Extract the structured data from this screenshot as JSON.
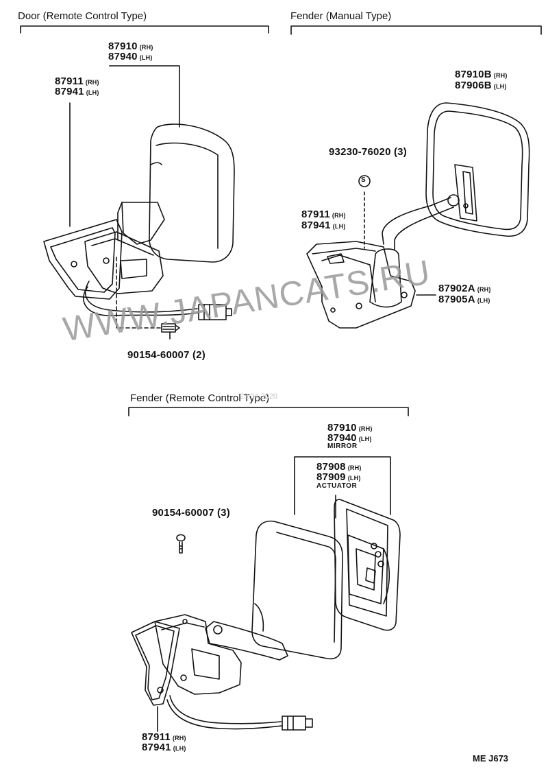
{
  "sections": {
    "door_remote": "Door (Remote Control Type)",
    "fender_manual": "Fender (Manual Type)",
    "fender_remote": "Fender (Remote Control Type)"
  },
  "parts": {
    "p87910_top": "87910",
    "p87910_top_sfx": "(RH)",
    "p87940_top": "87940",
    "p87940_top_sfx": "(LH)",
    "p87911_top": "87911",
    "p87911_top_sfx": "(RH)",
    "p87941_top": "87941",
    "p87941_top_sfx": "(LH)",
    "p90154_2": "90154-60007 (2)",
    "p87910B": "87910B",
    "p87910B_sfx": "(RH)",
    "p87906B": "87906B",
    "p87906B_sfx": "(LH)",
    "p93230": "93230-76020 (3)",
    "p87911_mid": "87911",
    "p87911_mid_sfx": "(RH)",
    "p87941_mid": "87941",
    "p87941_mid_sfx": "(LH)",
    "p87902A": "87902A",
    "p87902A_sfx": "(RH)",
    "p87905A": "87905A",
    "p87905A_sfx": "(LH)",
    "p87910_bot": "87910",
    "p87910_bot_sfx": "(RH)",
    "p87940_bot": "87940",
    "p87940_bot_sfx": "(LH)",
    "mirror_caption": "MIRROR",
    "p87908": "87908",
    "p87908_sfx": "(RH)",
    "p87909": "87909",
    "p87909_sfx": "(LH)",
    "actuator_caption": "ACTUATOR",
    "p90154_3": "90154-60007 (3)",
    "p87911_bot": "87911",
    "p87911_bot_sfx": "(RH)",
    "p87941_bot": "87941",
    "p87941_bot_sfx": "(LH)"
  },
  "symbol_s": "S",
  "watermark": "WWW.JAPANCATS.RU",
  "watermark_small": "23.04.2020",
  "diagram_code": "ME J673"
}
